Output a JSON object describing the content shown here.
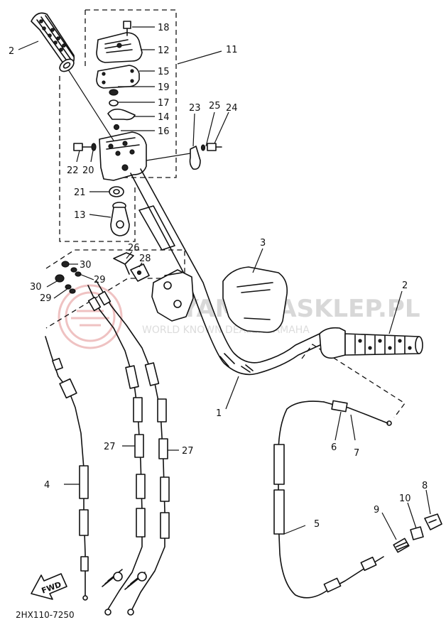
{
  "diagram": {
    "drawing_code": "2HX110-7250",
    "fwd_label": "FWD",
    "callouts": {
      "c1": "1",
      "c2a": "2",
      "c2b": "2",
      "c3": "3",
      "c4": "4",
      "c5": "5",
      "c6": "6",
      "c7": "7",
      "c8": "8",
      "c9": "9",
      "c10": "10",
      "c11": "11",
      "c12": "12",
      "c13": "13",
      "c14": "14",
      "c15": "15",
      "c16": "16",
      "c17": "17",
      "c18": "18",
      "c19": "19",
      "c20": "20",
      "c21": "21",
      "c22": "22",
      "c23": "23",
      "c24": "24",
      "c25": "25",
      "c26": "26",
      "c27a": "27",
      "c27b": "27",
      "c28": "28",
      "c29a": "29",
      "c29b": "29",
      "c30a": "30",
      "c30b": "30"
    }
  },
  "watermark": {
    "title": "YAMAHASKLEP.PL",
    "subtitle": "WORLD KNOWN DEALER YAMAHA"
  }
}
